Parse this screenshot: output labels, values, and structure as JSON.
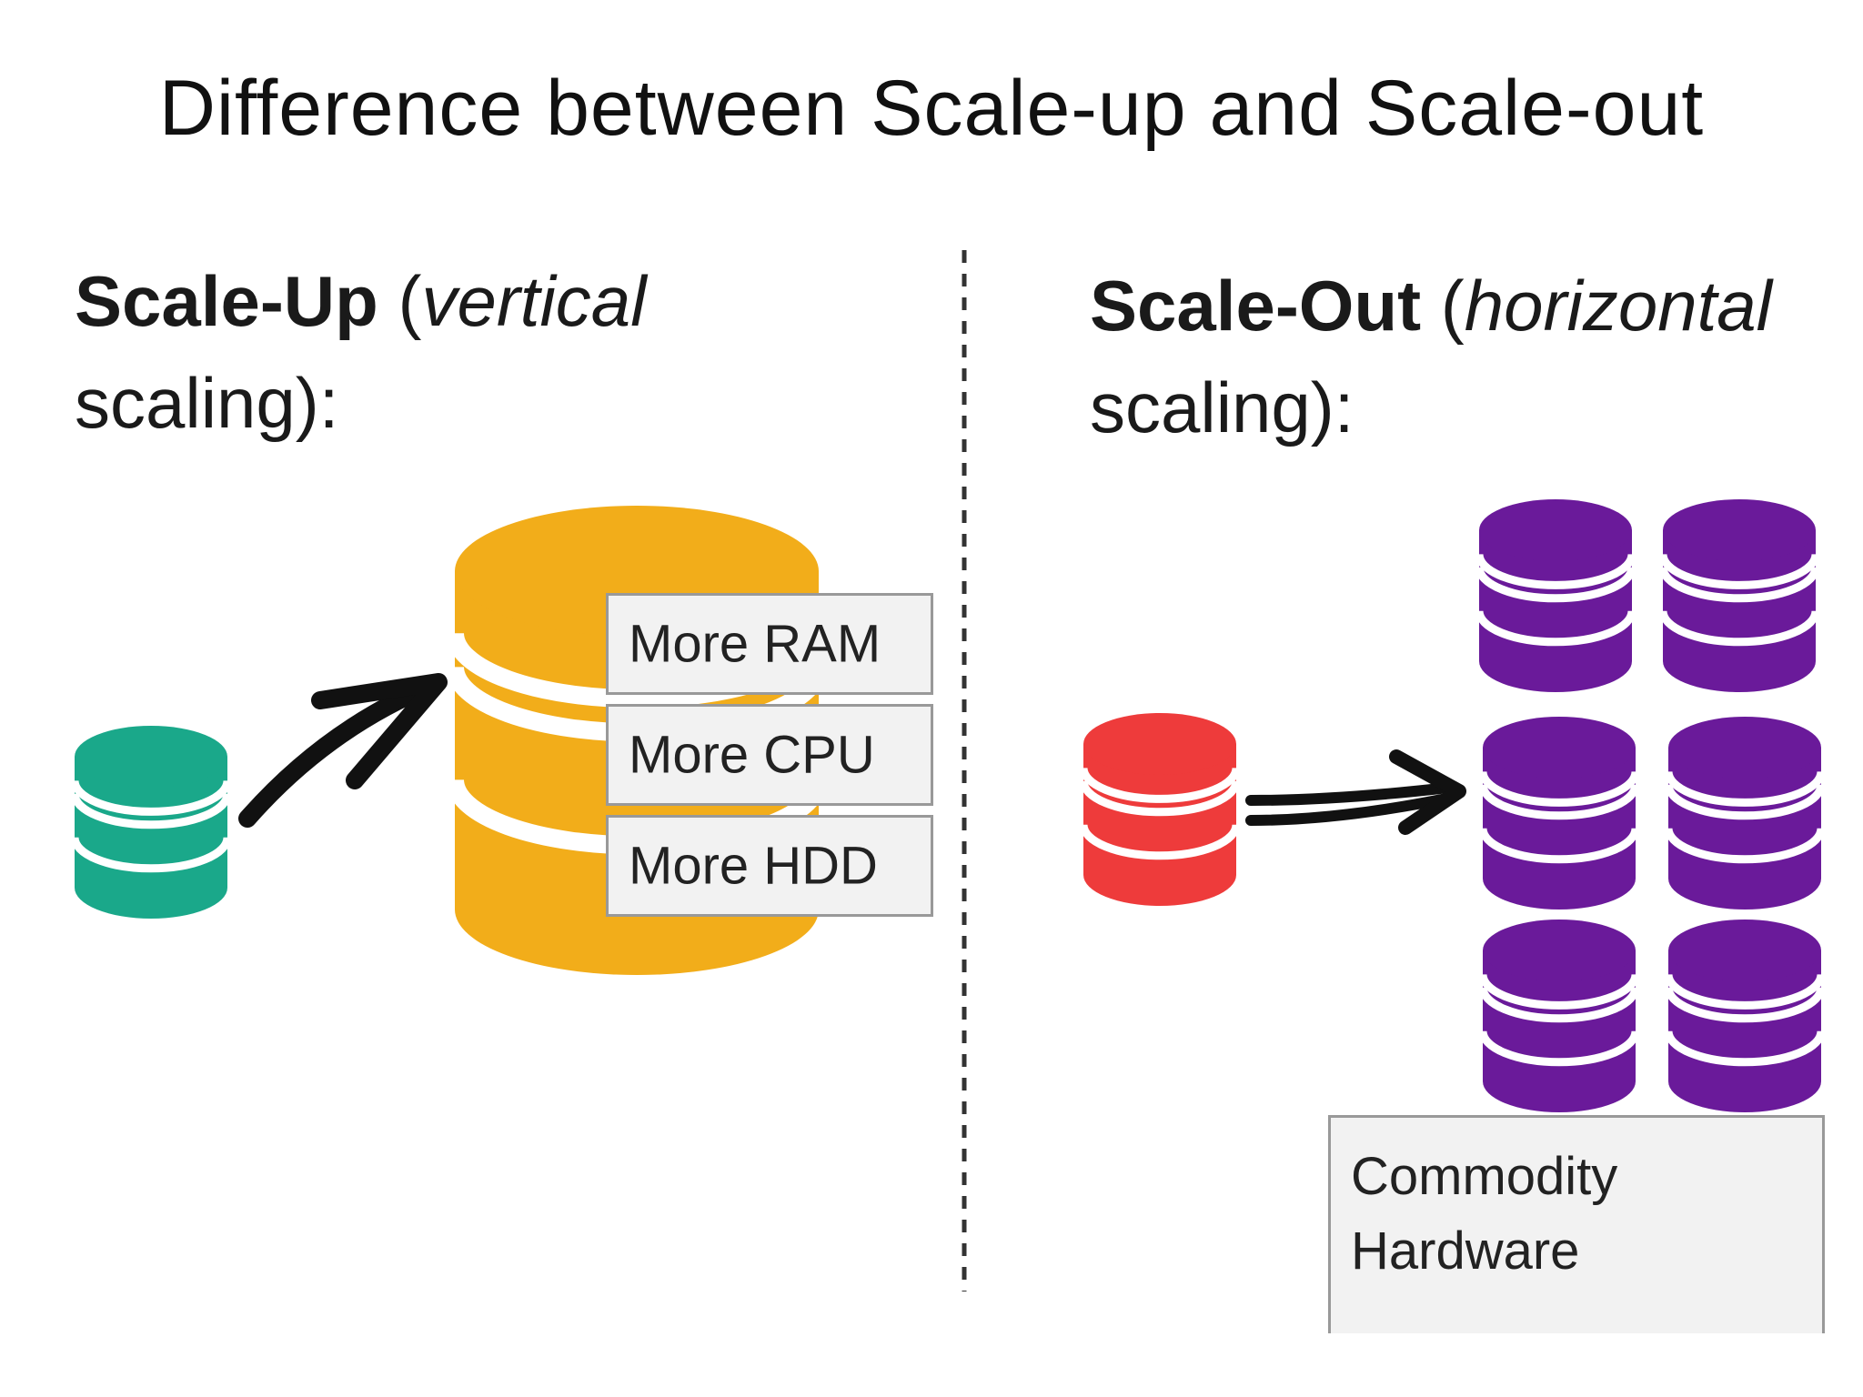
{
  "title": "Difference between Scale-up and Scale-out",
  "scale_up": {
    "heading_bold": "Scale-Up",
    "heading_italic": "vertical",
    "heading_tail": "scaling):",
    "labels": [
      "More RAM",
      "More CPU",
      "More HDD"
    ]
  },
  "scale_out": {
    "heading_bold": "Scale-Out",
    "heading_italic": "horizontal",
    "heading_tail": "scaling):",
    "label": "Commodity Hardware"
  },
  "colors": {
    "small_db": "#1aa88a",
    "large_db": "#f2ad1a",
    "single_db": "#ee3b3b",
    "cluster_db": "#6a1a9a",
    "arrow": "#111111",
    "divider": "#333333"
  }
}
